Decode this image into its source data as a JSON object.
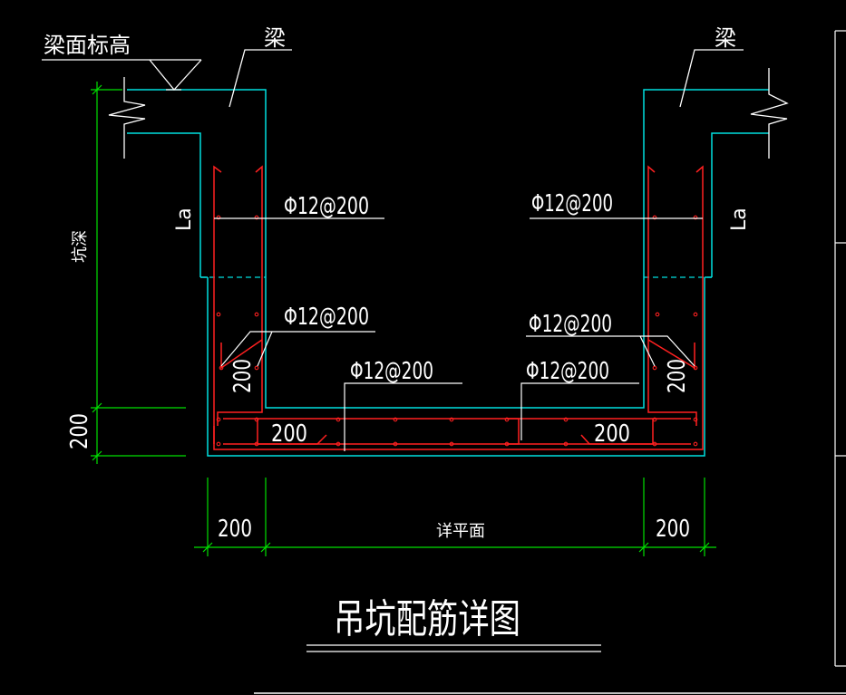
{
  "title": "吊坑配筋详图",
  "labels": {
    "beam_top_elevation": "梁面标高",
    "beam_left": "梁",
    "beam_right": "梁",
    "la_left": "La",
    "la_right": "La",
    "pit_depth": "坑深",
    "detail_plan": "详平面"
  },
  "rebar": {
    "left_upper": "Φ12@200",
    "right_upper": "Φ12@200",
    "left_middle": "Φ12@200",
    "right_middle": "Φ12@200",
    "bottom_left": "Φ12@200",
    "bottom_right": "Φ12@200"
  },
  "dimensions": {
    "wall_left_vertical": "200",
    "wall_right_vertical": "200",
    "slab_left_horizontal": "200",
    "slab_right_horizontal": "200",
    "slab_thickness": "200",
    "bottom_left": "200",
    "bottom_right": "200"
  },
  "colors": {
    "concrete_outline": "#00e0e0",
    "rebar": "#ff2020",
    "dimension": "#00e000",
    "text": "#ffffff",
    "background": "#000000"
  }
}
